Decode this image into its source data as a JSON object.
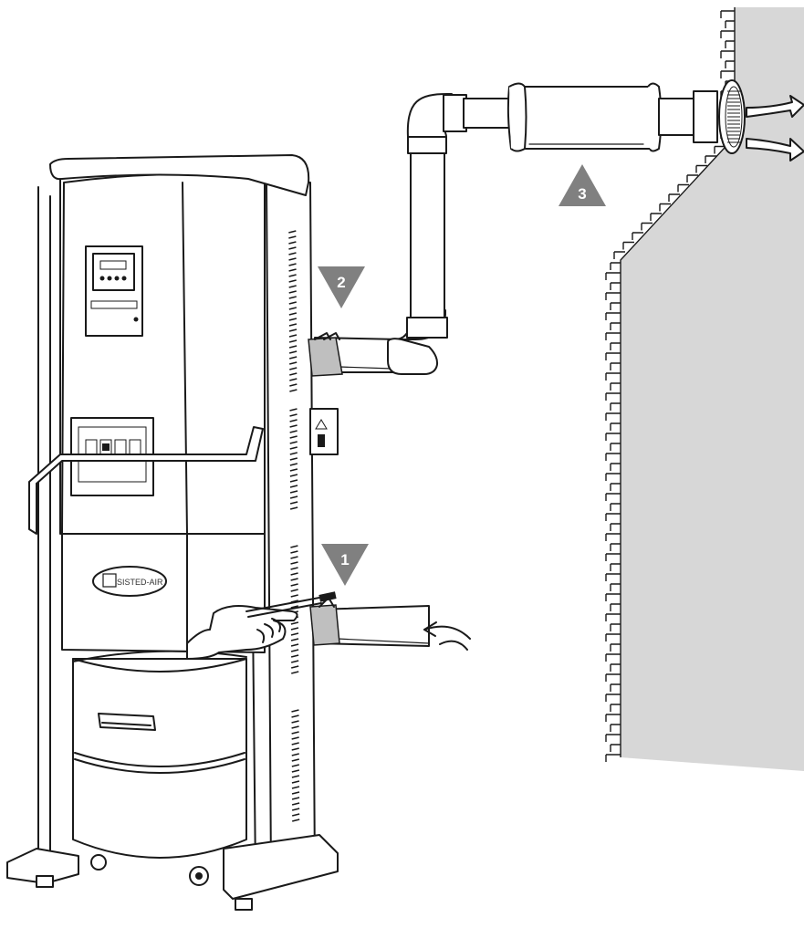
{
  "diagram": {
    "brand_label": "SISTED-AIR",
    "markers": [
      {
        "id": "1",
        "label": "1"
      },
      {
        "id": "2",
        "label": "2"
      },
      {
        "id": "3",
        "label": "3"
      }
    ],
    "colors": {
      "line": "#1a1a1a",
      "marker_fill": "#808080",
      "wall_fill": "#d7d7d7",
      "clamp_fill": "#bfbfbf",
      "background": "#ffffff"
    },
    "icons": {
      "marker": "triangle-marker-icon",
      "airflow": "arrow-airflow-icon",
      "hazard": "warning-triangle-icon"
    }
  }
}
